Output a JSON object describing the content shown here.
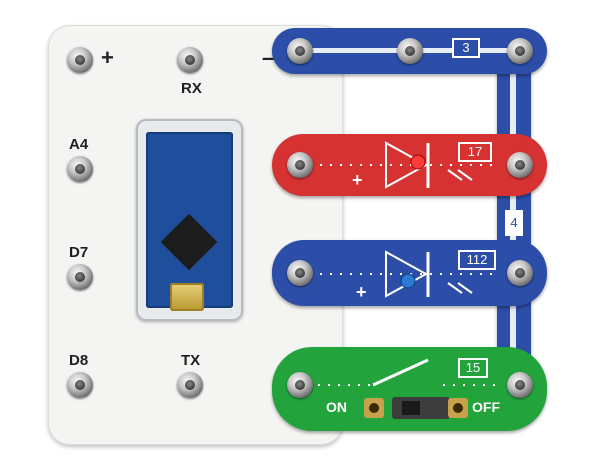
{
  "board": {
    "labels": {
      "plus": "+",
      "minus": "–",
      "rx": "RX",
      "a4": "A4",
      "d7": "D7",
      "d8": "D8",
      "tx": "TX"
    }
  },
  "parts": {
    "wire_top": {
      "number": "3",
      "color": "#2c4ea8"
    },
    "wire_right": {
      "number": "4",
      "color": "#2c4ea8"
    },
    "red_led": {
      "number": "17",
      "polarity": "+",
      "color": "#d63232"
    },
    "blue_led": {
      "number": "112",
      "polarity": "+",
      "color": "#2c4ea8"
    },
    "switch": {
      "number": "15",
      "on_label": "ON",
      "off_label": "OFF",
      "color": "#22a33c"
    }
  }
}
